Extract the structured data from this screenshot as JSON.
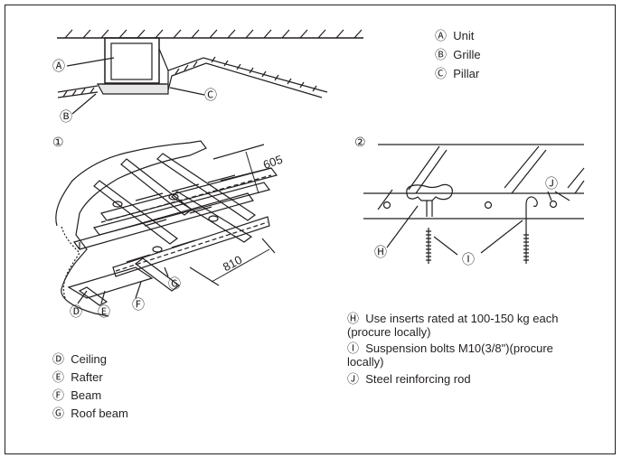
{
  "legend_top": [
    {
      "marker": "Ⓐ",
      "text": "Unit"
    },
    {
      "marker": "Ⓑ",
      "text": "Grille"
    },
    {
      "marker": "Ⓒ",
      "text": "Pillar"
    }
  ],
  "fig1": {
    "number": "①",
    "dim_605": "605",
    "dim_810": "810",
    "callouts": {
      "A": "Ⓐ",
      "B": "Ⓑ",
      "C": "Ⓒ",
      "D": "Ⓓ",
      "E": "Ⓔ",
      "F": "Ⓕ",
      "G": "Ⓖ"
    }
  },
  "fig2": {
    "number": "②",
    "callouts": {
      "H": "Ⓗ",
      "I": "Ⓘ",
      "J": "Ⓙ"
    }
  },
  "legend_left": [
    {
      "marker": "Ⓓ",
      "text": "Ceiling"
    },
    {
      "marker": "Ⓔ",
      "text": "Rafter"
    },
    {
      "marker": "Ⓕ",
      "text": "Beam"
    },
    {
      "marker": "Ⓖ",
      "text": "Roof beam"
    }
  ],
  "legend_right": [
    {
      "marker": "Ⓗ",
      "lines": [
        "Use inserts rated at 100-150 kg each",
        "(procure locally)"
      ]
    },
    {
      "marker": "Ⓘ",
      "lines": [
        "Suspension bolts M10(3/8\")(procure",
        "locally)"
      ]
    },
    {
      "marker": "Ⓙ",
      "lines": [
        "Steel reinforcing rod"
      ]
    }
  ]
}
